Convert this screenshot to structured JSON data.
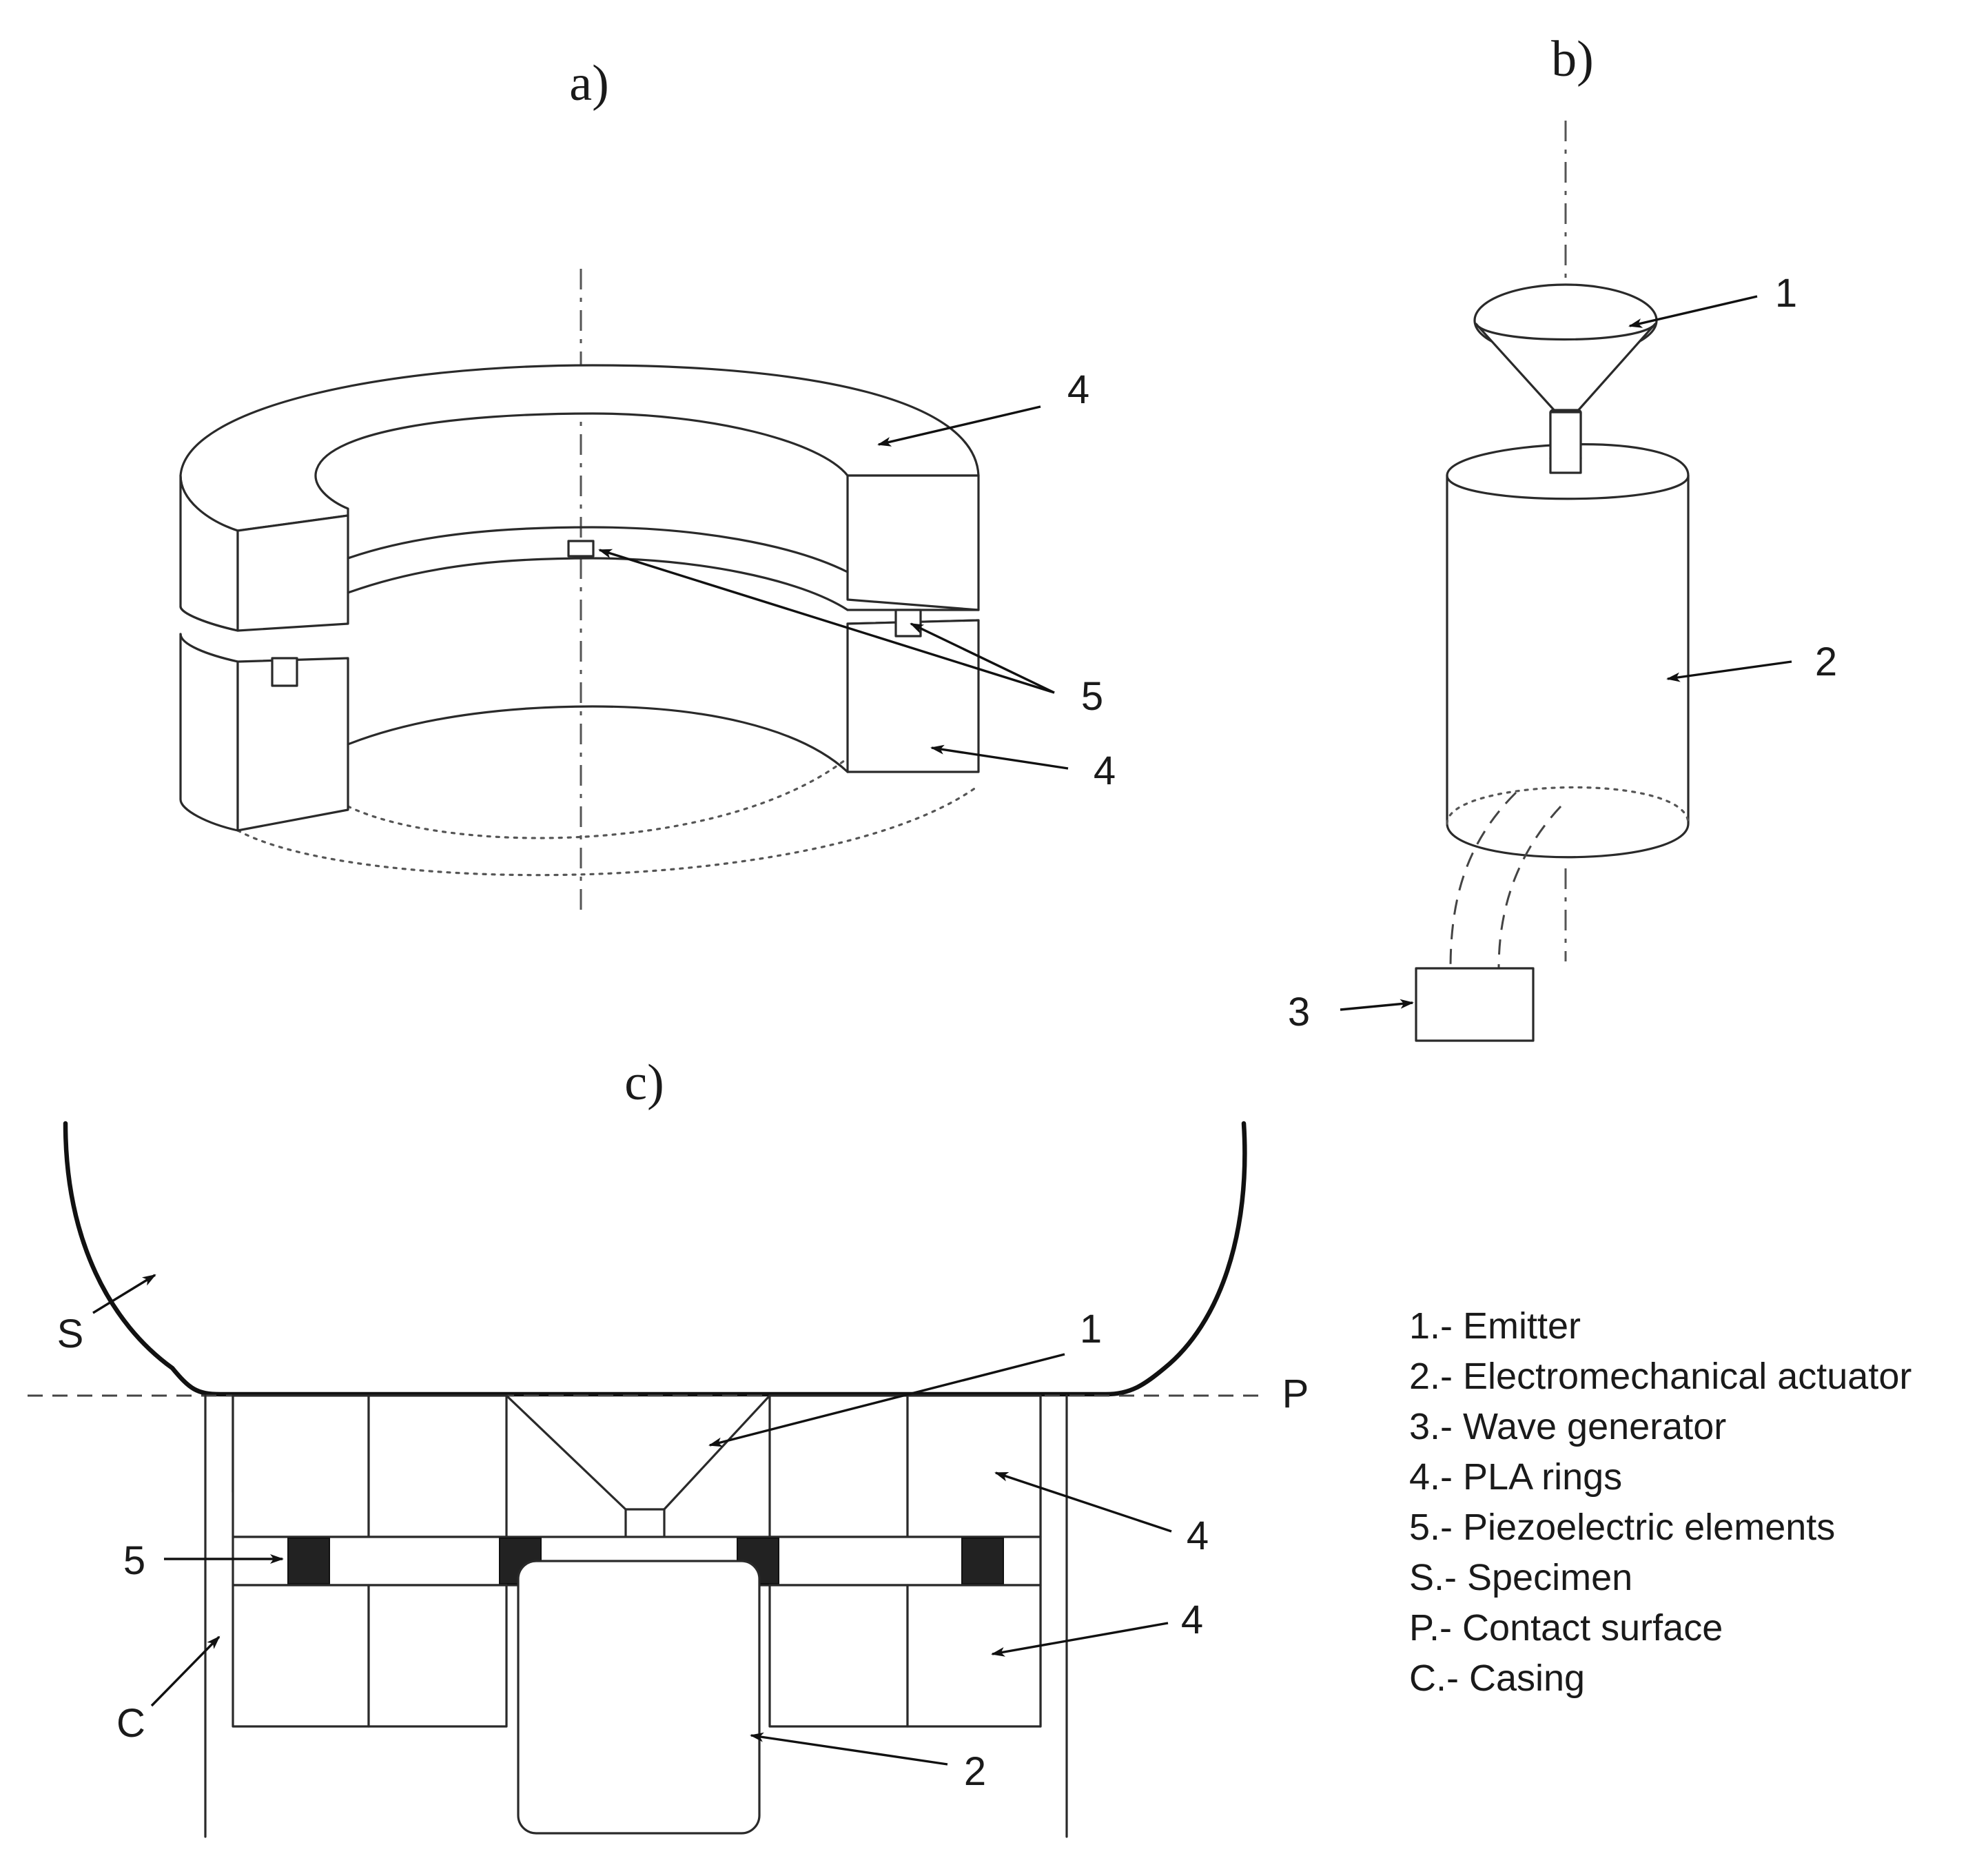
{
  "panels": {
    "a": {
      "title": "a)",
      "labels": {
        "ring_top": "4",
        "ring_bottom": "4",
        "piezo": "5"
      }
    },
    "b": {
      "title": "b)",
      "labels": {
        "emitter": "1",
        "actuator": "2",
        "generator": "3"
      }
    },
    "c": {
      "title": "c)",
      "labels": {
        "specimen": "S",
        "contact": "P",
        "casing": "C",
        "emitter": "1",
        "ring_top": "4",
        "ring_bottom": "4",
        "piezo": "5",
        "actuator": "2"
      }
    }
  },
  "legend": [
    "1.- Emitter",
    "2.- Electromechanical actuator",
    "3.- Wave generator",
    "4.- PLA rings",
    "5.- Piezoelectric elements",
    "S.- Specimen",
    "P.- Contact surface",
    "C.- Casing"
  ]
}
